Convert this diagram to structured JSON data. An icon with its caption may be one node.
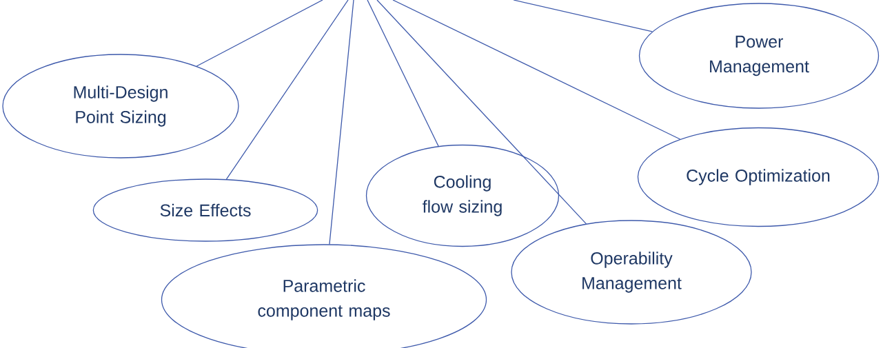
{
  "diagram": {
    "nodes": [
      {
        "text": [
          "Power Management"
        ]
      },
      {
        "text": [
          "Multi-Design Point Sizing"
        ]
      },
      {
        "text": [
          "Cycle Optimization"
        ]
      },
      {
        "text": [
          "Cooling flow sizing"
        ]
      },
      {
        "text": [
          "Size Effects"
        ]
      },
      {
        "text": [
          "Operability Management"
        ]
      },
      {
        "text": [
          "Parametric component maps"
        ]
      }
    ],
    "edges": [
      {
        "from": null,
        "to": 0,
        "arrow": "none"
      },
      {
        "from": null,
        "to": 1,
        "arrow": "none"
      },
      {
        "from": null,
        "to": 2,
        "arrow": "none"
      },
      {
        "from": null,
        "to": 3,
        "arrow": "none"
      },
      {
        "from": null,
        "to": 4,
        "arrow": "none"
      },
      {
        "from": null,
        "to": 5,
        "arrow": "none"
      },
      {
        "from": null,
        "to": 6,
        "arrow": "none"
      }
    ]
  }
}
